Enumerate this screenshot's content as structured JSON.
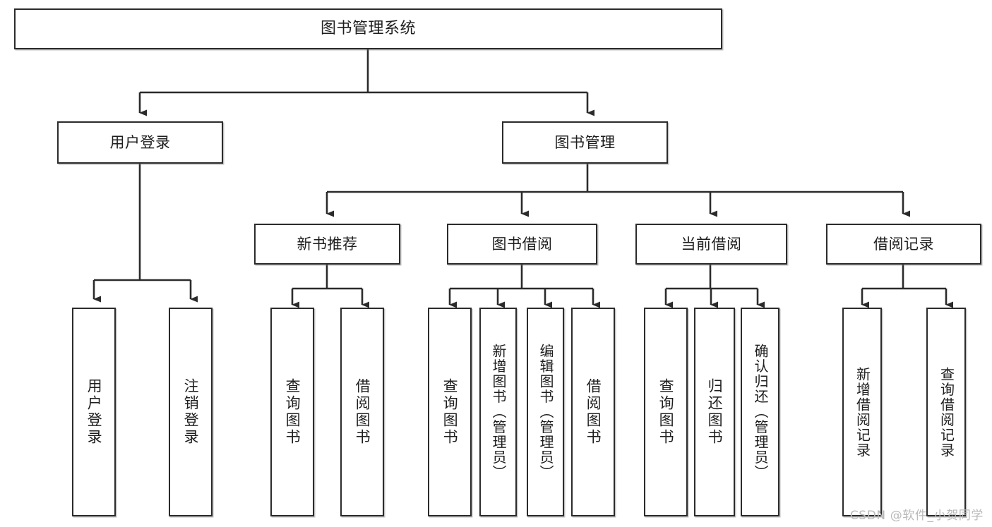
{
  "diagram": {
    "title": "图书管理系统",
    "type": "tree-hierarchy",
    "watermark": "CSDN @软件_小贺同学",
    "line_color": "#2b2b2b",
    "box_fill": "#ffffff",
    "text_color": "#1e1e1e",
    "watermark_color": "#b9b9b9"
  },
  "nodes": {
    "root": {
      "label": "图书管理系统"
    },
    "level2": [
      {
        "id": "user-login",
        "label": "用户登录"
      },
      {
        "id": "book-manage",
        "label": "图书管理"
      }
    ],
    "level3": [
      {
        "id": "new-book-recommend",
        "label": "新书推荐"
      },
      {
        "id": "book-borrow",
        "label": "图书借阅"
      },
      {
        "id": "current-borrow",
        "label": "当前借阅"
      },
      {
        "id": "borrow-record",
        "label": "借阅记录"
      }
    ],
    "leaves": {
      "user_login": [
        {
          "id": "leaf-user-login",
          "label": "用户登录"
        },
        {
          "id": "leaf-logout-login",
          "label": "注销登录"
        }
      ],
      "new_book_recommend": [
        {
          "id": "leaf-query-book-1",
          "label": "查询图书"
        },
        {
          "id": "leaf-borrow-book-1",
          "label": "借阅图书"
        }
      ],
      "book_borrow": [
        {
          "id": "leaf-query-book-2",
          "label": "查询图书"
        },
        {
          "id": "leaf-add-book",
          "label": "新增图书（管理员）"
        },
        {
          "id": "leaf-edit-book",
          "label": "编辑图书（管理员）"
        },
        {
          "id": "leaf-borrow-book-2",
          "label": "借阅图书"
        }
      ],
      "current_borrow": [
        {
          "id": "leaf-query-book-3",
          "label": "查询图书"
        },
        {
          "id": "leaf-return-book",
          "label": "归还图书"
        },
        {
          "id": "leaf-confirm-return",
          "label": "确认归还（管理员）"
        }
      ],
      "borrow_record": [
        {
          "id": "leaf-add-record",
          "label": "新增借阅记录"
        },
        {
          "id": "leaf-query-record",
          "label": "查询借阅记录"
        }
      ]
    }
  }
}
